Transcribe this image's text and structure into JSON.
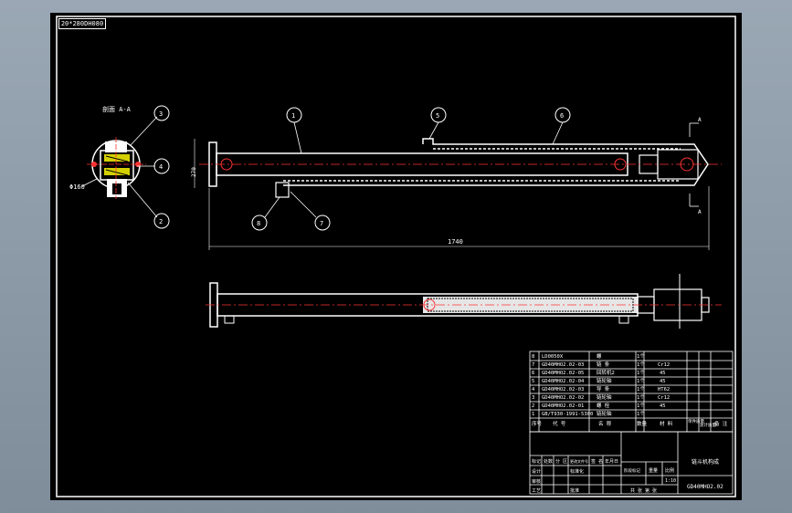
{
  "drawing_tag": "20*280DH080",
  "section_label": "剖面 A-A",
  "diameter_label": "Φ160",
  "dim_overall_length": "1740",
  "dim_height": "270",
  "section_marker_letter": "A",
  "balloons": [
    "1",
    "2",
    "3",
    "4",
    "5",
    "6",
    "7",
    "8"
  ],
  "parts_list": {
    "rows": [
      {
        "no": "8",
        "code": "LD0050X",
        "name": "螺",
        "qty": "1个",
        "material": ""
      },
      {
        "no": "7",
        "code": "GD40MHO2.02-03",
        "name": "链 条",
        "qty": "1个",
        "material": "Cr12"
      },
      {
        "no": "6",
        "code": "GD40MHO2.02-05",
        "name": "回转机2",
        "qty": "1个",
        "material": "45"
      },
      {
        "no": "5",
        "code": "GD40MHO2.02-04",
        "name": "链轮轴",
        "qty": "1个",
        "material": "45"
      },
      {
        "no": "4",
        "code": "GD40MHO2.02-03",
        "name": "导 条",
        "qty": "1个",
        "material": "HT62"
      },
      {
        "no": "3",
        "code": "GD40MHO2.02-02",
        "name": "链轮轴",
        "qty": "1个",
        "material": "Cr12"
      },
      {
        "no": "2",
        "code": "GD40MHO2.02-01",
        "name": "螺 栓",
        "qty": "1个",
        "material": "45"
      },
      {
        "no": "1",
        "code": "GB/T930-1991-5300",
        "name": "链轮轴",
        "qty": "1个",
        "material": ""
      }
    ],
    "header": {
      "no": "序号",
      "code": "代 号",
      "name": "名 称",
      "qty": "数量",
      "material": "材 料",
      "unit_mass": "单件质量",
      "total_mass": "总计质量",
      "remark": "备 注"
    }
  },
  "title_block": {
    "title": "链斗机构成",
    "drawing_no": "GD40MHO2.02",
    "mark_cells": [
      "标记",
      "处数",
      "分 区",
      "更改文件号",
      "签 名",
      "年月日"
    ],
    "row_designer": [
      "设计",
      "",
      "标准化"
    ],
    "stage_label": "阶段标记",
    "weight_label": "重量",
    "scale_label": "比例",
    "scale_value": "1:10",
    "sheet_label": "共 张 第 张",
    "approve_label": "批准",
    "review_label": "审核",
    "process_label": "工艺"
  }
}
